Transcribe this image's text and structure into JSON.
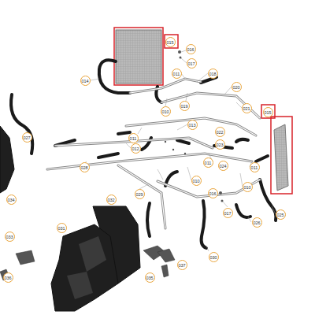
{
  "diagram": {
    "labels": [
      "015",
      "016",
      "017",
      "014",
      "011",
      "018",
      "020",
      "019",
      "010",
      "021",
      "015",
      "013",
      "022",
      "011",
      "012",
      "023",
      "027",
      "028",
      "011",
      "024",
      "011",
      "010",
      "010",
      "016",
      "029",
      "034",
      "017",
      "026",
      "025",
      "032",
      "031",
      "030",
      "033",
      "036",
      "037",
      "035"
    ]
  }
}
